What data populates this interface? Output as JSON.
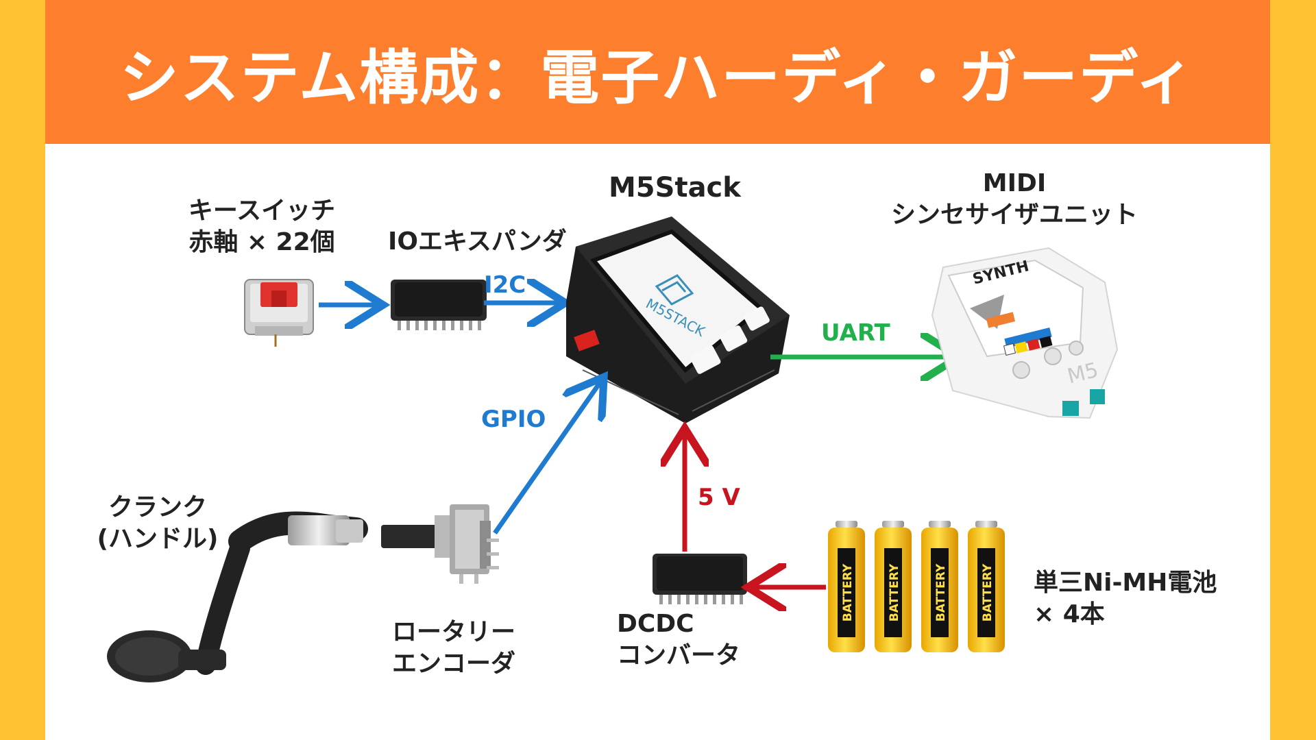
{
  "title": "システム構成：電子ハーディ・ガーディ",
  "colors": {
    "background": "#FFC233",
    "header": "#FD7E2C",
    "blue_link": "#1E7BD0",
    "green_link": "#21B04B",
    "red_link": "#C8141E"
  },
  "nodes": {
    "key_switch_line1": "キースイッチ",
    "key_switch_line2": "赤軸 × 22個",
    "io_expander": "IOエキスパンダ",
    "m5stack": "M5Stack",
    "midi_line1": "MIDI",
    "midi_line2": "シンセサイザユニット",
    "crank_line1": "クランク",
    "crank_line2": "(ハンドル)",
    "rotary_line1": "ロータリー",
    "rotary_line2": "エンコーダ",
    "dcdc_line1": "DCDC",
    "dcdc_line2": "コンバータ",
    "battery_line1": "単三Ni-MH電池",
    "battery_line2": "× 4本"
  },
  "links": {
    "i2c": "I2C",
    "gpio": "GPIO",
    "uart": "UART",
    "power": "5 V"
  },
  "device_text": {
    "m5_logo": "M5STACK",
    "synth_label": "SYNTH",
    "synth_m5": "M5",
    "battery": "BATTERY"
  }
}
